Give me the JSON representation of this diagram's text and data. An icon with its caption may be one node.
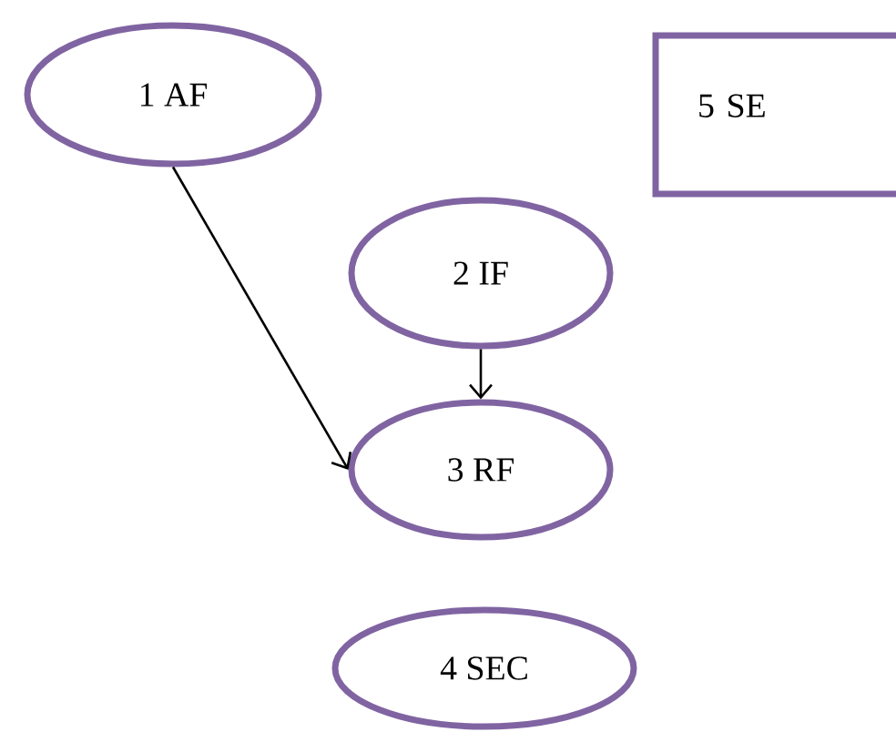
{
  "diagram": {
    "nodes": [
      {
        "text": [
          "1 AF"
        ]
      },
      {
        "text": [
          "2 IF"
        ]
      },
      {
        "text": [
          "3 RF"
        ]
      },
      {
        "text": [
          "4 SEC"
        ]
      },
      {
        "text": [
          "5 SE"
        ]
      }
    ],
    "edges": [
      {
        "from": 0,
        "to": 2,
        "arrow": "to"
      },
      {
        "from": 1,
        "to": 2,
        "arrow": "to"
      }
    ]
  }
}
